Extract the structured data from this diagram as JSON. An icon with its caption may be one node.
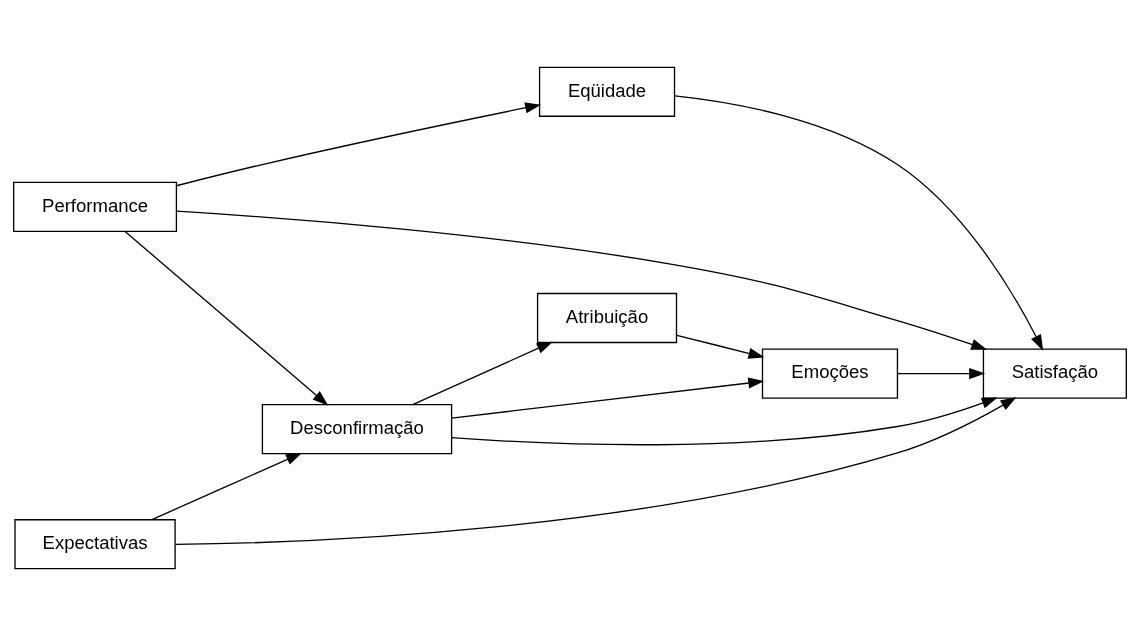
{
  "diagram": {
    "nodes": [
      {
        "text": [
          "Atribuição"
        ]
      },
      {
        "text": [
          "Eqüidade"
        ]
      },
      {
        "text": [
          "Performance"
        ]
      },
      {
        "text": [
          "Satisfação"
        ]
      },
      {
        "text": [
          "Emoções"
        ]
      },
      {
        "text": [
          "Expectativas"
        ]
      },
      {
        "text": [
          "Desconfirmação"
        ]
      }
    ],
    "edges": [
      {
        "from": 2,
        "to": 1,
        "arrow": "to"
      },
      {
        "from": 1,
        "to": 3,
        "arrow": "to"
      },
      {
        "from": 2,
        "to": 3,
        "arrow": "to"
      },
      {
        "from": 4,
        "to": 3,
        "arrow": "to"
      },
      {
        "from": 0,
        "to": 4,
        "arrow": "to"
      },
      {
        "from": 5,
        "to": 3,
        "arrow": "to"
      },
      {
        "from": 5,
        "to": 6,
        "arrow": "to"
      },
      {
        "from": 6,
        "to": 3,
        "arrow": "to"
      },
      {
        "from": 6,
        "to": 4,
        "arrow": "to"
      },
      {
        "from": 6,
        "to": 0,
        "arrow": "to"
      },
      {
        "from": 2,
        "to": 6,
        "arrow": "to"
      }
    ]
  }
}
